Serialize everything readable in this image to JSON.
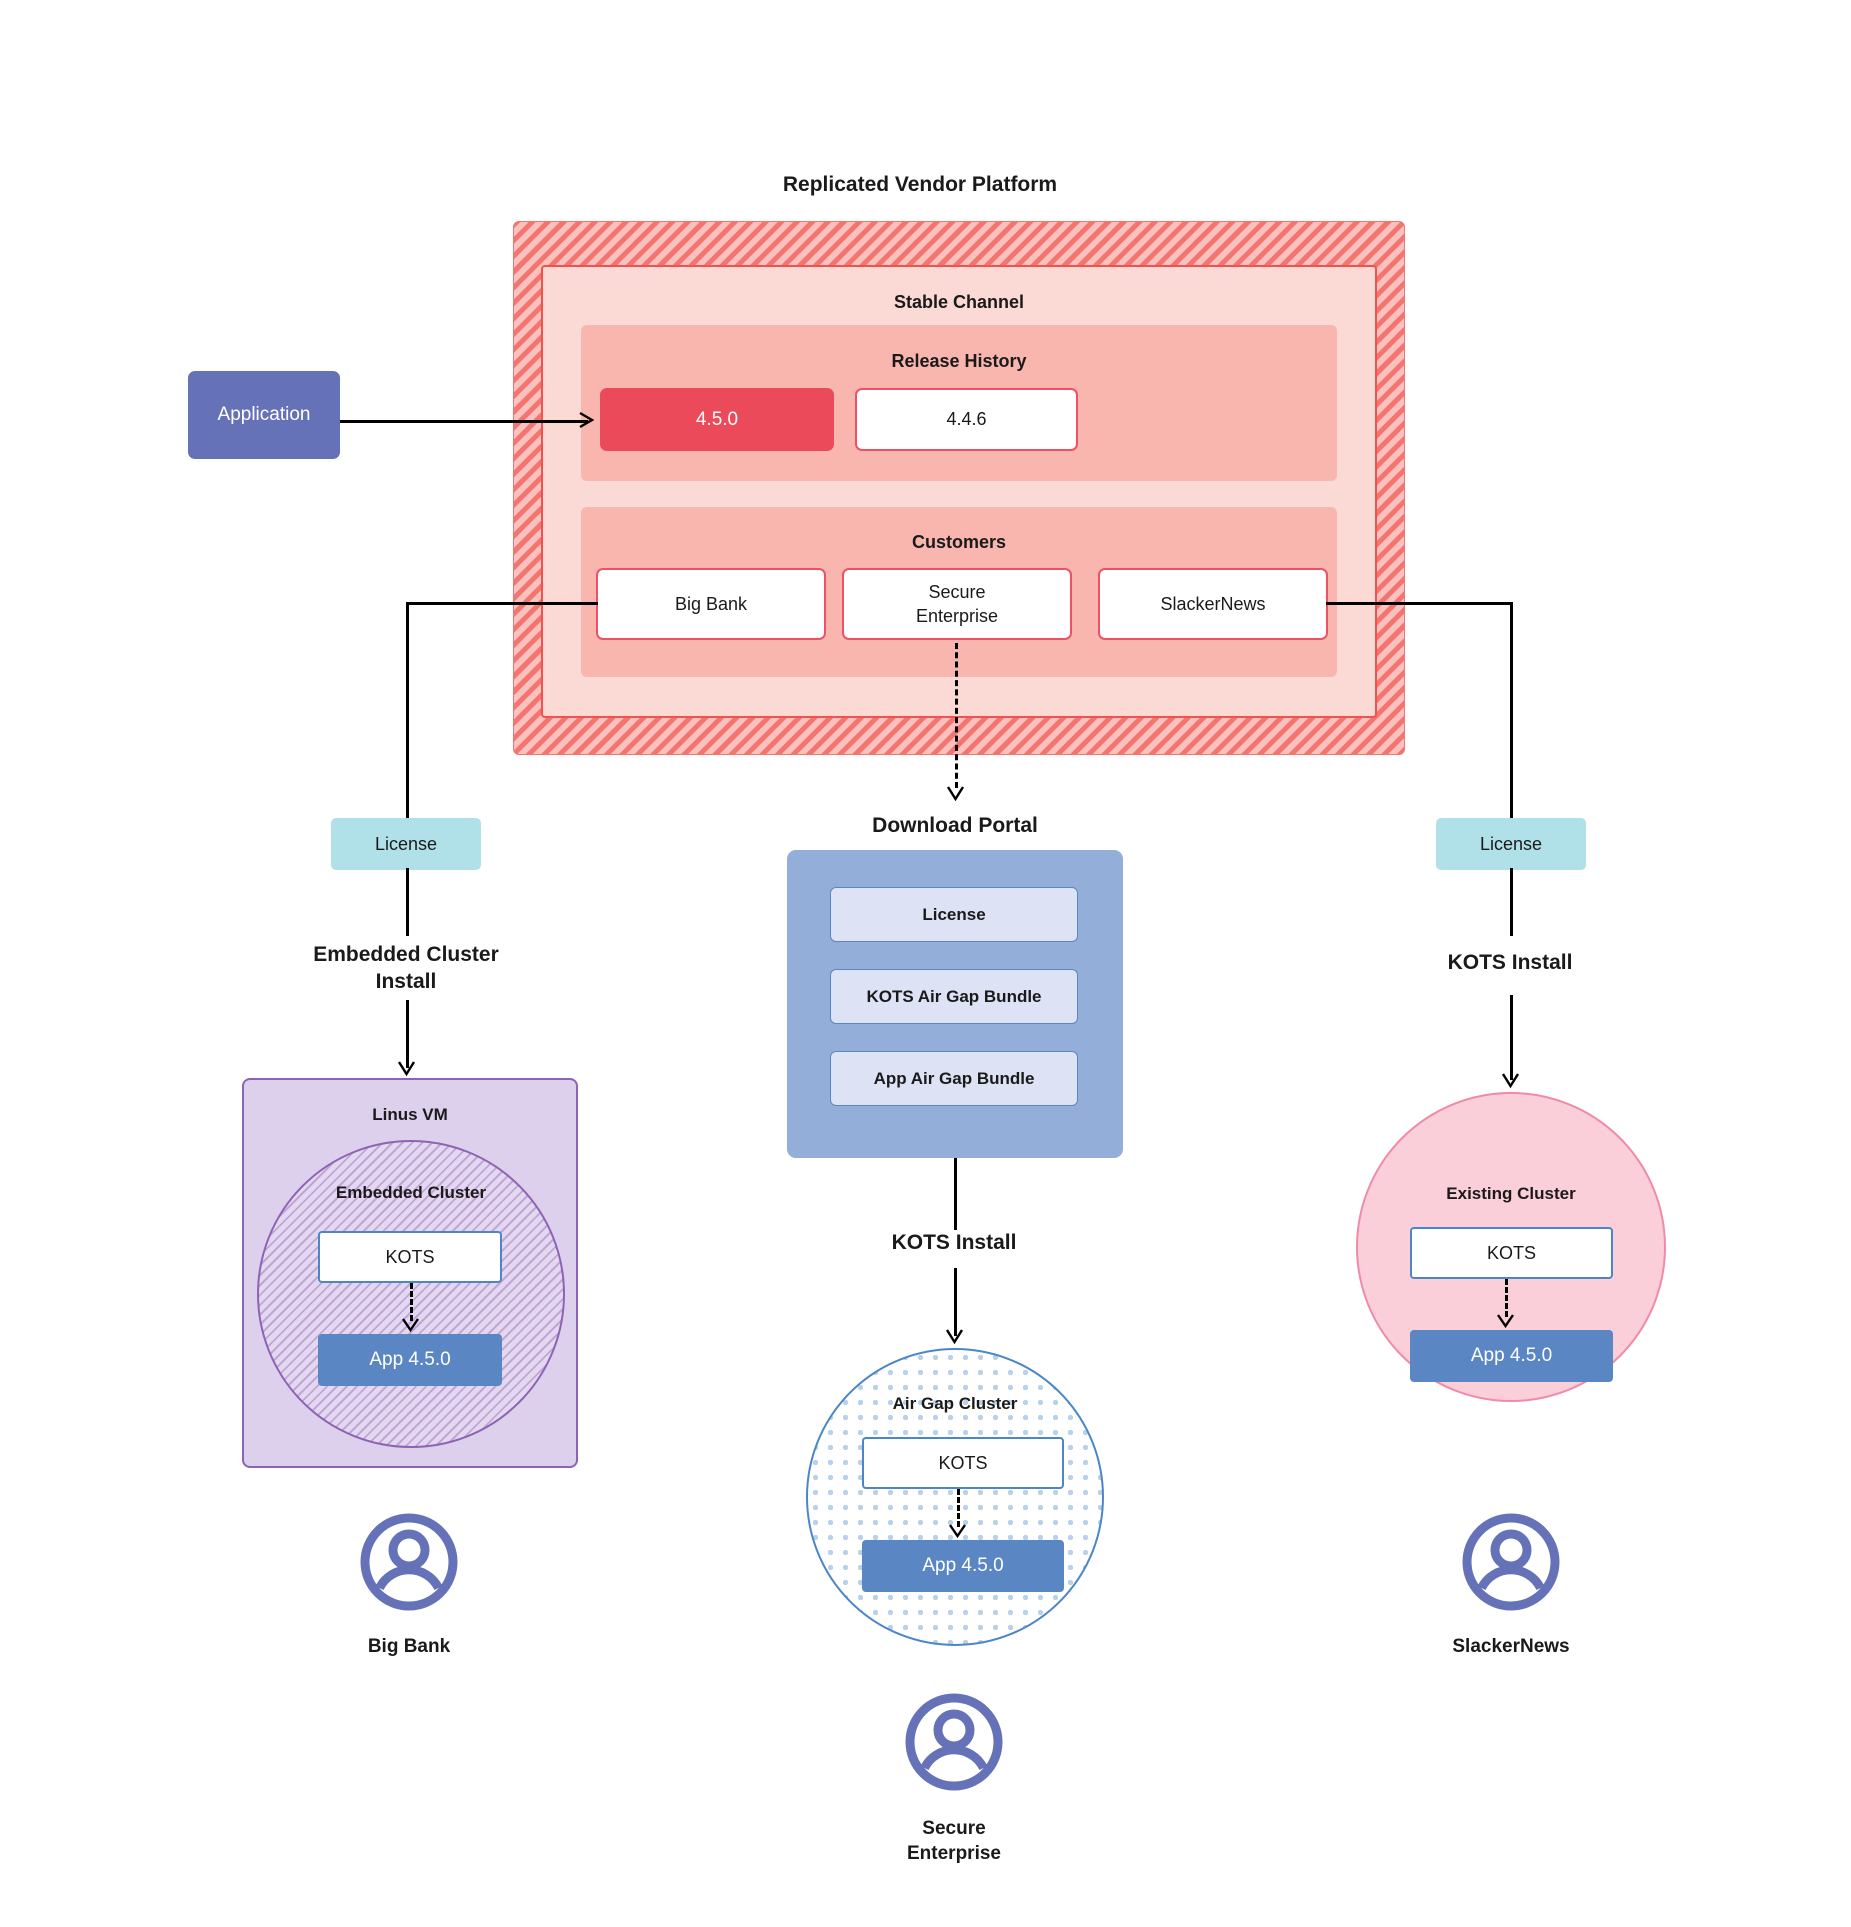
{
  "diagram": {
    "title": "Replicated Vendor Platform",
    "application_node": {
      "label": "Application"
    },
    "channel": {
      "label": "Stable Channel",
      "release_history": {
        "label": "Release History",
        "releases": [
          {
            "version": "4.5.0",
            "state": "current"
          },
          {
            "version": "4.4.6",
            "state": "previous"
          }
        ]
      },
      "customers": {
        "label": "Customers",
        "items": [
          {
            "name": "Big Bank"
          },
          {
            "name": "Secure\nEnterprise",
            "line1": "Secure",
            "line2": "Enterprise"
          },
          {
            "name": "SlackerNews"
          }
        ]
      }
    },
    "download_portal": {
      "label": "Download  Portal",
      "items": [
        {
          "label": "License"
        },
        {
          "label": "KOTS Air Gap Bundle"
        },
        {
          "label": "App Air Gap Bundle"
        }
      ]
    },
    "branches": {
      "left": {
        "license_label": "License",
        "install_label_line1": "Embedded Cluster",
        "install_label_line2": "Install",
        "vm_label": "Linus VM",
        "cluster_label": "Embedded Cluster",
        "kots_label": "KOTS",
        "app_label": "App 4.5.0",
        "customer_label": "Big Bank"
      },
      "middle": {
        "install_label": "KOTS Install",
        "cluster_label": "Air Gap Cluster",
        "kots_label": "KOTS",
        "app_label": "App 4.5.0",
        "customer_label_line1": "Secure",
        "customer_label_line2": "Enterprise"
      },
      "right": {
        "license_label": "License",
        "install_label": "KOTS Install",
        "cluster_label": "Existing Cluster",
        "kots_label": "KOTS",
        "app_label": "App 4.5.0",
        "customer_label": "SlackerNews"
      }
    },
    "colors": {
      "platform_hatch": "#f4756f",
      "channel_fill": "#fbd9d4",
      "subpanel_fill": "#f9b6ae",
      "release_current": "#ea4a5a",
      "release_border": "#ef5068",
      "application_fill": "#6672b8",
      "license_fill": "#b0e0e8",
      "portal_fill": "#93aed9",
      "portal_item_fill": "#dde3f4",
      "vm_fill": "#ddd0ec",
      "vm_border": "#8e62b5",
      "airgap_border": "#4a86c8",
      "existing_fill": "#fbcfda",
      "existing_border": "#f08aa8",
      "app_version_fill": "#5b86c4",
      "kots_border": "#4a86c8",
      "avatar": "#6672b8"
    }
  }
}
